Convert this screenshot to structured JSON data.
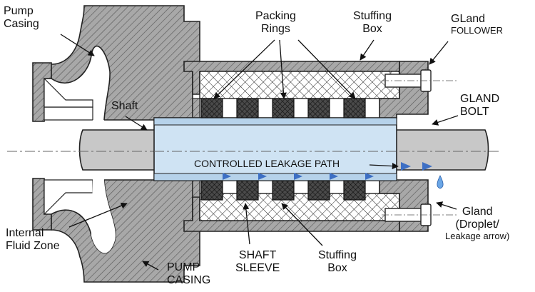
{
  "labels": {
    "pump_casing_top": [
      "Pump",
      "Casing"
    ],
    "shaft": "Shaft",
    "packing_rings": [
      "Packing",
      "Rings"
    ],
    "stuffing_box_top": [
      "Stuffing",
      "Box"
    ],
    "gland_follower": [
      "GLand",
      "FOLLOWER"
    ],
    "gland_bolt": [
      "GLAND",
      "BOLT"
    ],
    "controlled_leakage_path": "CONTROLLED LEAKAGE PATH",
    "internal_fluid_zone": [
      "Internal",
      "Fluid Zone"
    ],
    "pump_casing_bottom": [
      "PUMP",
      "CASING"
    ],
    "shaft_sleeve": [
      "SHAFT",
      "SLEEVE"
    ],
    "stuffing_box_bottom": [
      "Stuffing",
      "Box"
    ],
    "gland_droplet": [
      "Gland",
      "(Droplet/",
      "Leakage arrow)"
    ]
  },
  "colors": {
    "casing_fill": "#a8a8a8",
    "shaft_fill": "#c8c8c8",
    "sleeve_fill": "#cfe3f3",
    "packing_fill": "#4a4a4a",
    "arrow_blue": "#3d6fc4",
    "droplet_blue": "#6aa6e6"
  },
  "icons": {
    "leakage_arrow": "blue-triangle-arrow-icon",
    "droplet": "water-droplet-icon"
  }
}
